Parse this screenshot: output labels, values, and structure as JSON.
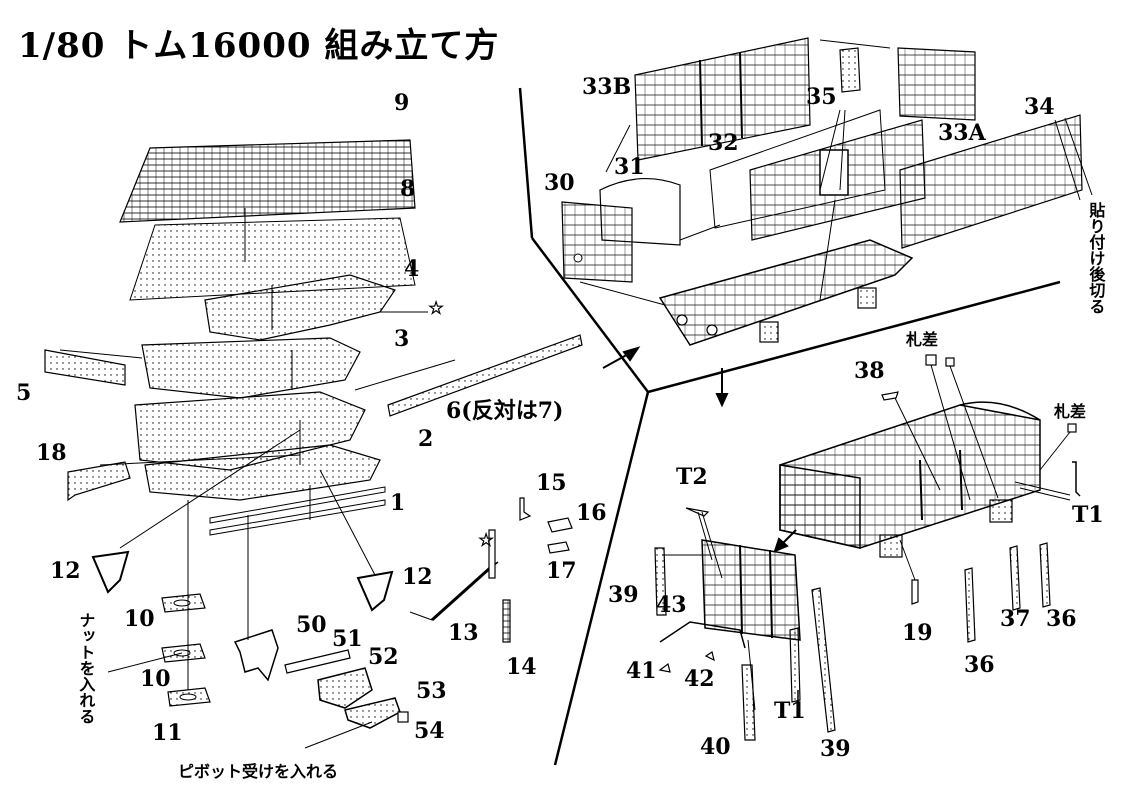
{
  "title": "1/80 トム16000 組み立て方",
  "labels": {
    "n9": "9",
    "n8": "8",
    "n4": "4",
    "star1": "☆",
    "n3": "3",
    "n5": "5",
    "n6": "6(反対は7)",
    "n18": "18",
    "n2": "2",
    "n1": "1",
    "n12a": "12",
    "n12b": "12",
    "n10a": "10",
    "n10b": "10",
    "n11": "11",
    "n50": "50",
    "n51": "51",
    "n52": "52",
    "n53": "53",
    "n54": "54",
    "n13": "13",
    "n14": "14",
    "star2": "☆",
    "n15": "15",
    "n16": "16",
    "n17": "17",
    "n33B": "33B",
    "n35": "35",
    "n33A": "33A",
    "n34": "34",
    "n32": "32",
    "n30": "30",
    "n31": "31",
    "n38": "38",
    "fuda1": "札差",
    "fuda2": "札差",
    "nT1a": "T1",
    "nT2": "T2",
    "n39a": "39",
    "n43": "43",
    "n41": "41",
    "n42": "42",
    "nT1b": "T1",
    "n40": "40",
    "n39b": "39",
    "n19": "19",
    "n36a": "36",
    "n37": "37",
    "n36b": "36"
  },
  "notes": {
    "nut": "ナットを入れる",
    "pivot": "ピボット受けを入れる",
    "cut": "貼り付け後切る"
  }
}
